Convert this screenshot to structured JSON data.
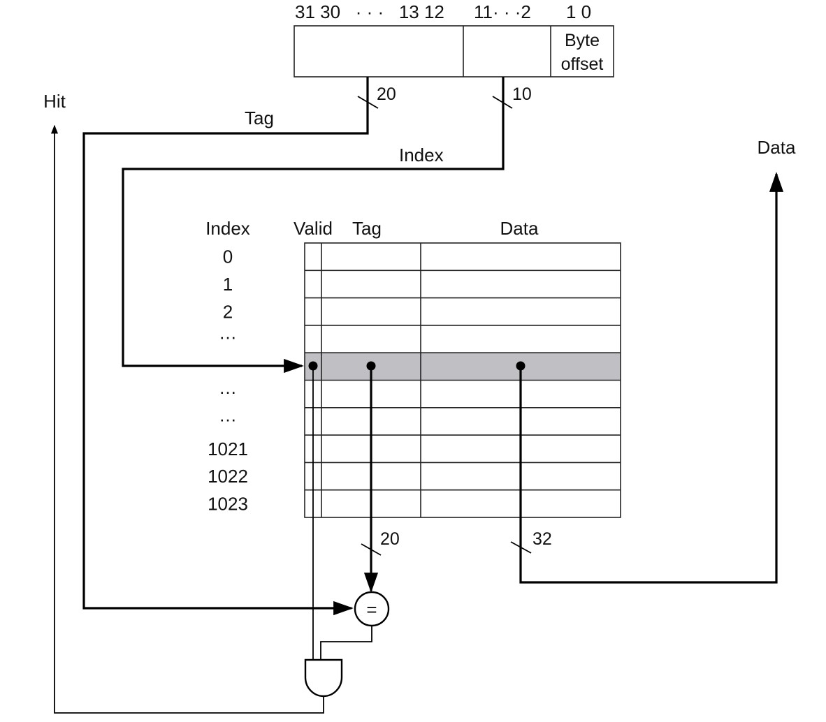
{
  "address": {
    "bit_labels": {
      "tag_range": "31 30   · · ·   13 12",
      "index_range": "11· · ·2",
      "offset_range": "1 0"
    },
    "fields": [
      {
        "name": "tag",
        "label": ""
      },
      {
        "name": "index",
        "label": ""
      },
      {
        "name": "byte_offset",
        "label_line1": "Byte",
        "label_line2": "offset"
      }
    ]
  },
  "buses": {
    "tag_width": "20",
    "index_width": "10",
    "stored_tag_width": "20",
    "data_width": "32"
  },
  "signals": {
    "tag": "Tag",
    "index": "Index",
    "hit": "Hit",
    "data": "Data"
  },
  "cache": {
    "headers": {
      "index": "Index",
      "valid": "Valid",
      "tag": "Tag",
      "data": "Data"
    },
    "rows": [
      {
        "index": "0",
        "highlighted": false
      },
      {
        "index": "1",
        "highlighted": false
      },
      {
        "index": "2",
        "highlighted": false
      },
      {
        "index": "…",
        "highlighted": false
      },
      {
        "index": "",
        "highlighted": true
      },
      {
        "index": "…",
        "highlighted": false
      },
      {
        "index": "…",
        "highlighted": false
      },
      {
        "index": "1021",
        "highlighted": false
      },
      {
        "index": "1022",
        "highlighted": false
      },
      {
        "index": "1023",
        "highlighted": false
      }
    ],
    "highlight_color": "#c0c0c4"
  },
  "comparator": {
    "symbol": "="
  },
  "gates": {
    "and_gate": "AND"
  }
}
